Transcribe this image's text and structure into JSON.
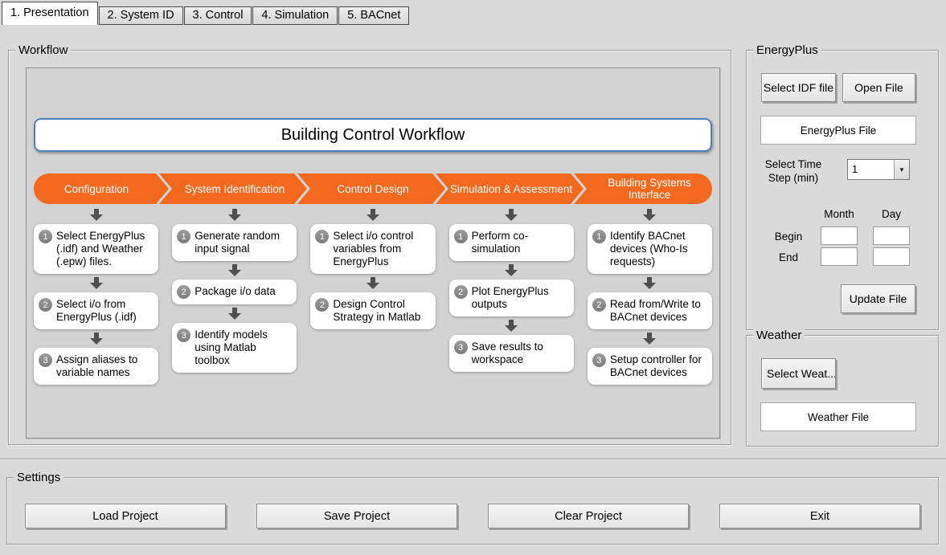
{
  "tabs": [
    {
      "label": "1. Presentation",
      "active": true
    },
    {
      "label": "2. System ID",
      "active": false
    },
    {
      "label": "3. Control",
      "active": false
    },
    {
      "label": "4. Simulation",
      "active": false
    },
    {
      "label": "5. BACnet",
      "active": false
    }
  ],
  "workflow": {
    "group_label": "Workflow",
    "title": "Building Control Workflow",
    "phases": [
      {
        "label": "Configuration",
        "steps": [
          "Select EnergyPlus (.idf) and Weather (.epw) files.",
          "Select i/o from EnergyPlus (.idf)",
          "Assign aliases to variable names"
        ]
      },
      {
        "label": "System Identification",
        "steps": [
          "Generate random input signal",
          "Package i/o data",
          "Identify models using Matlab toolbox"
        ]
      },
      {
        "label": "Control Design",
        "steps": [
          "Select i/o control variables from EnergyPlus",
          "Design Control Strategy in Matlab"
        ]
      },
      {
        "label": "Simulation & Assessment",
        "steps": [
          "Perform co-simulation",
          "Plot EnergyPlus outputs",
          "Save results to workspace"
        ]
      },
      {
        "label": "Building Systems Interface",
        "steps": [
          "Identify BACnet devices (Who-Is requests)",
          "Read from/Write to BACnet devices",
          "Setup controller for BACnet devices"
        ]
      }
    ]
  },
  "energyplus": {
    "group_label": "EnergyPlus",
    "select_idf_button": "Select IDF file",
    "open_file_button": "Open File",
    "file_display": "EnergyPlus File",
    "time_step_label": "Select Time Step (min)",
    "time_step_value": "1",
    "month_header": "Month",
    "day_header": "Day",
    "begin_label": "Begin",
    "end_label": "End",
    "begin_month_value": "",
    "begin_day_value": "",
    "end_month_value": "",
    "end_day_value": "",
    "update_file_button": "Update File"
  },
  "weather": {
    "group_label": "Weather",
    "select_weather_button": "Select Weat...",
    "file_display": "Weather File"
  },
  "settings": {
    "group_label": "Settings",
    "buttons": [
      "Load Project",
      "Save Project",
      "Clear Project",
      "Exit"
    ]
  },
  "colors": {
    "accent_orange": "#F2691E",
    "title_border_blue": "#4F81BD",
    "step_badge_gray": "#8A8A8A",
    "flow_arrow_gray": "#4F4F4F",
    "background_gray": "#DADADA"
  }
}
